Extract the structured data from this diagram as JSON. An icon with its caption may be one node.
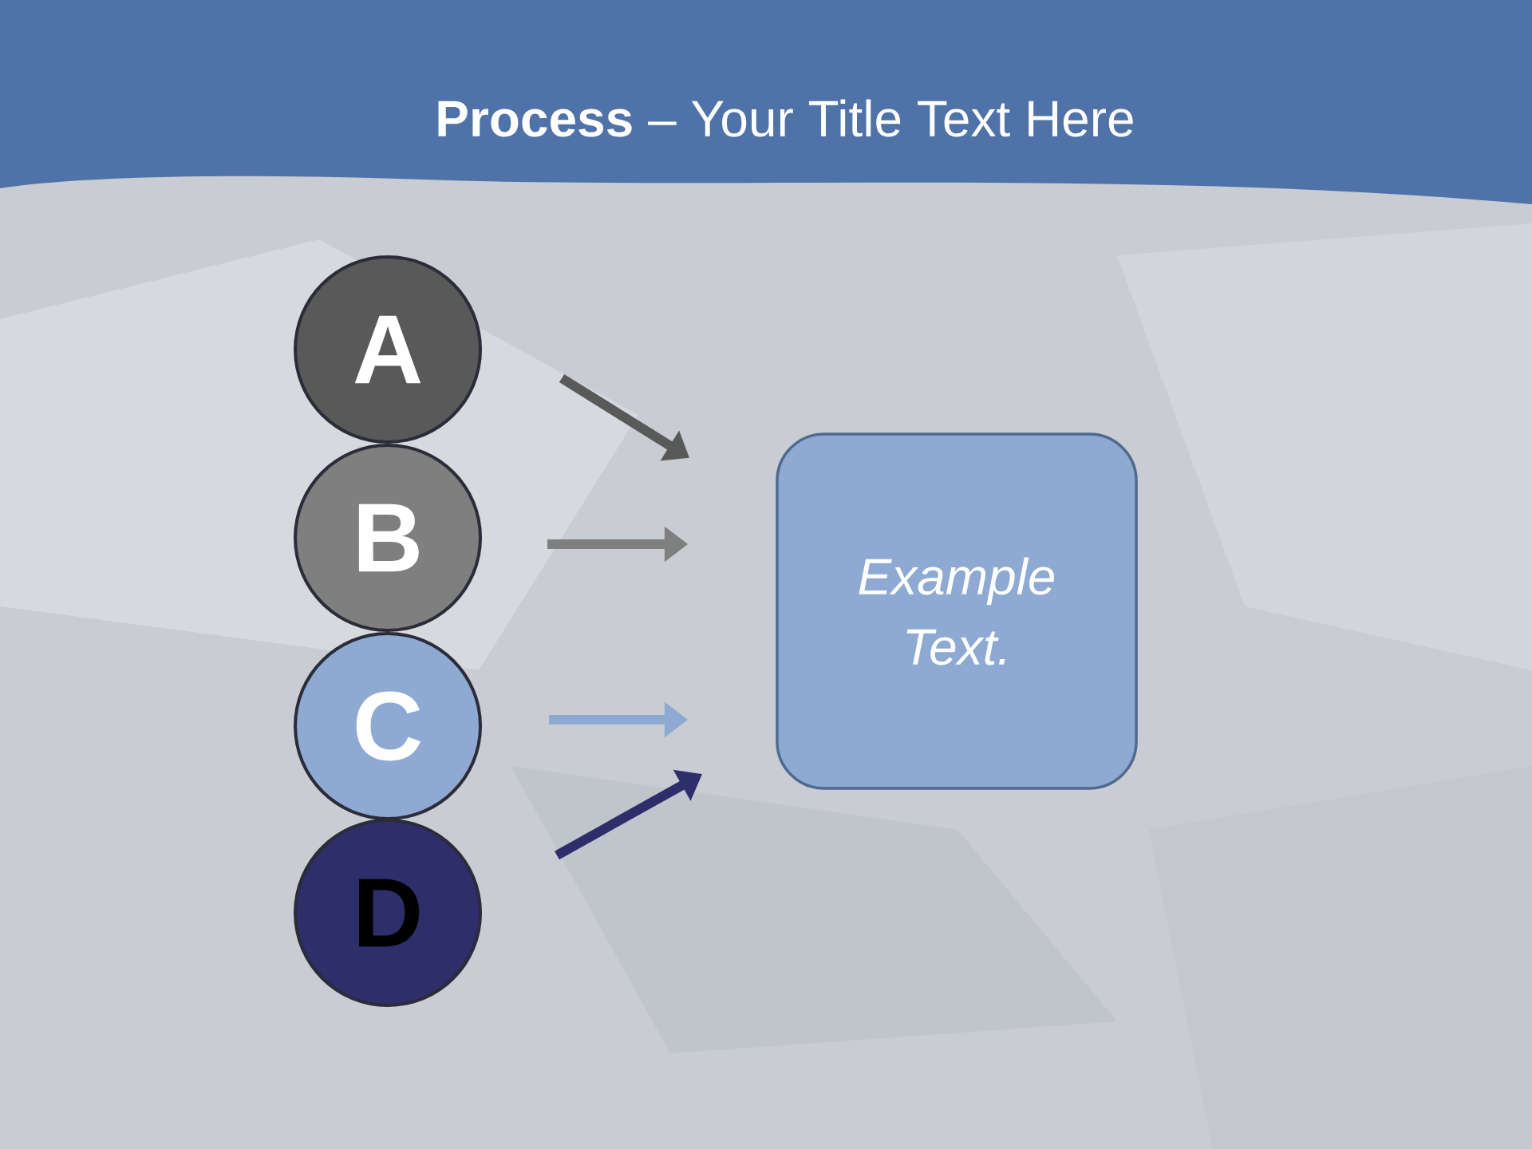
{
  "diagram": {
    "title": "**Process** – Your Title Text Here",
    "nodes": [
      {
        "text": [
          "A"
        ]
      },
      {
        "text": [
          "B"
        ]
      },
      {
        "text": [
          "C"
        ]
      },
      {
        "text": [
          "D"
        ]
      },
      {
        "text": [
          "Example Text."
        ]
      }
    ],
    "edges": [
      {
        "from": 0,
        "to": 4,
        "arrow": "to",
        "color": "#595959"
      },
      {
        "from": 1,
        "to": 4,
        "arrow": "to",
        "color": "#7f7f7f"
      },
      {
        "from": 2,
        "to": 4,
        "arrow": "to",
        "color": "#8eaad3"
      },
      {
        "from": 3,
        "to": 4,
        "arrow": "to",
        "color": "#2e2e6b"
      }
    ]
  }
}
